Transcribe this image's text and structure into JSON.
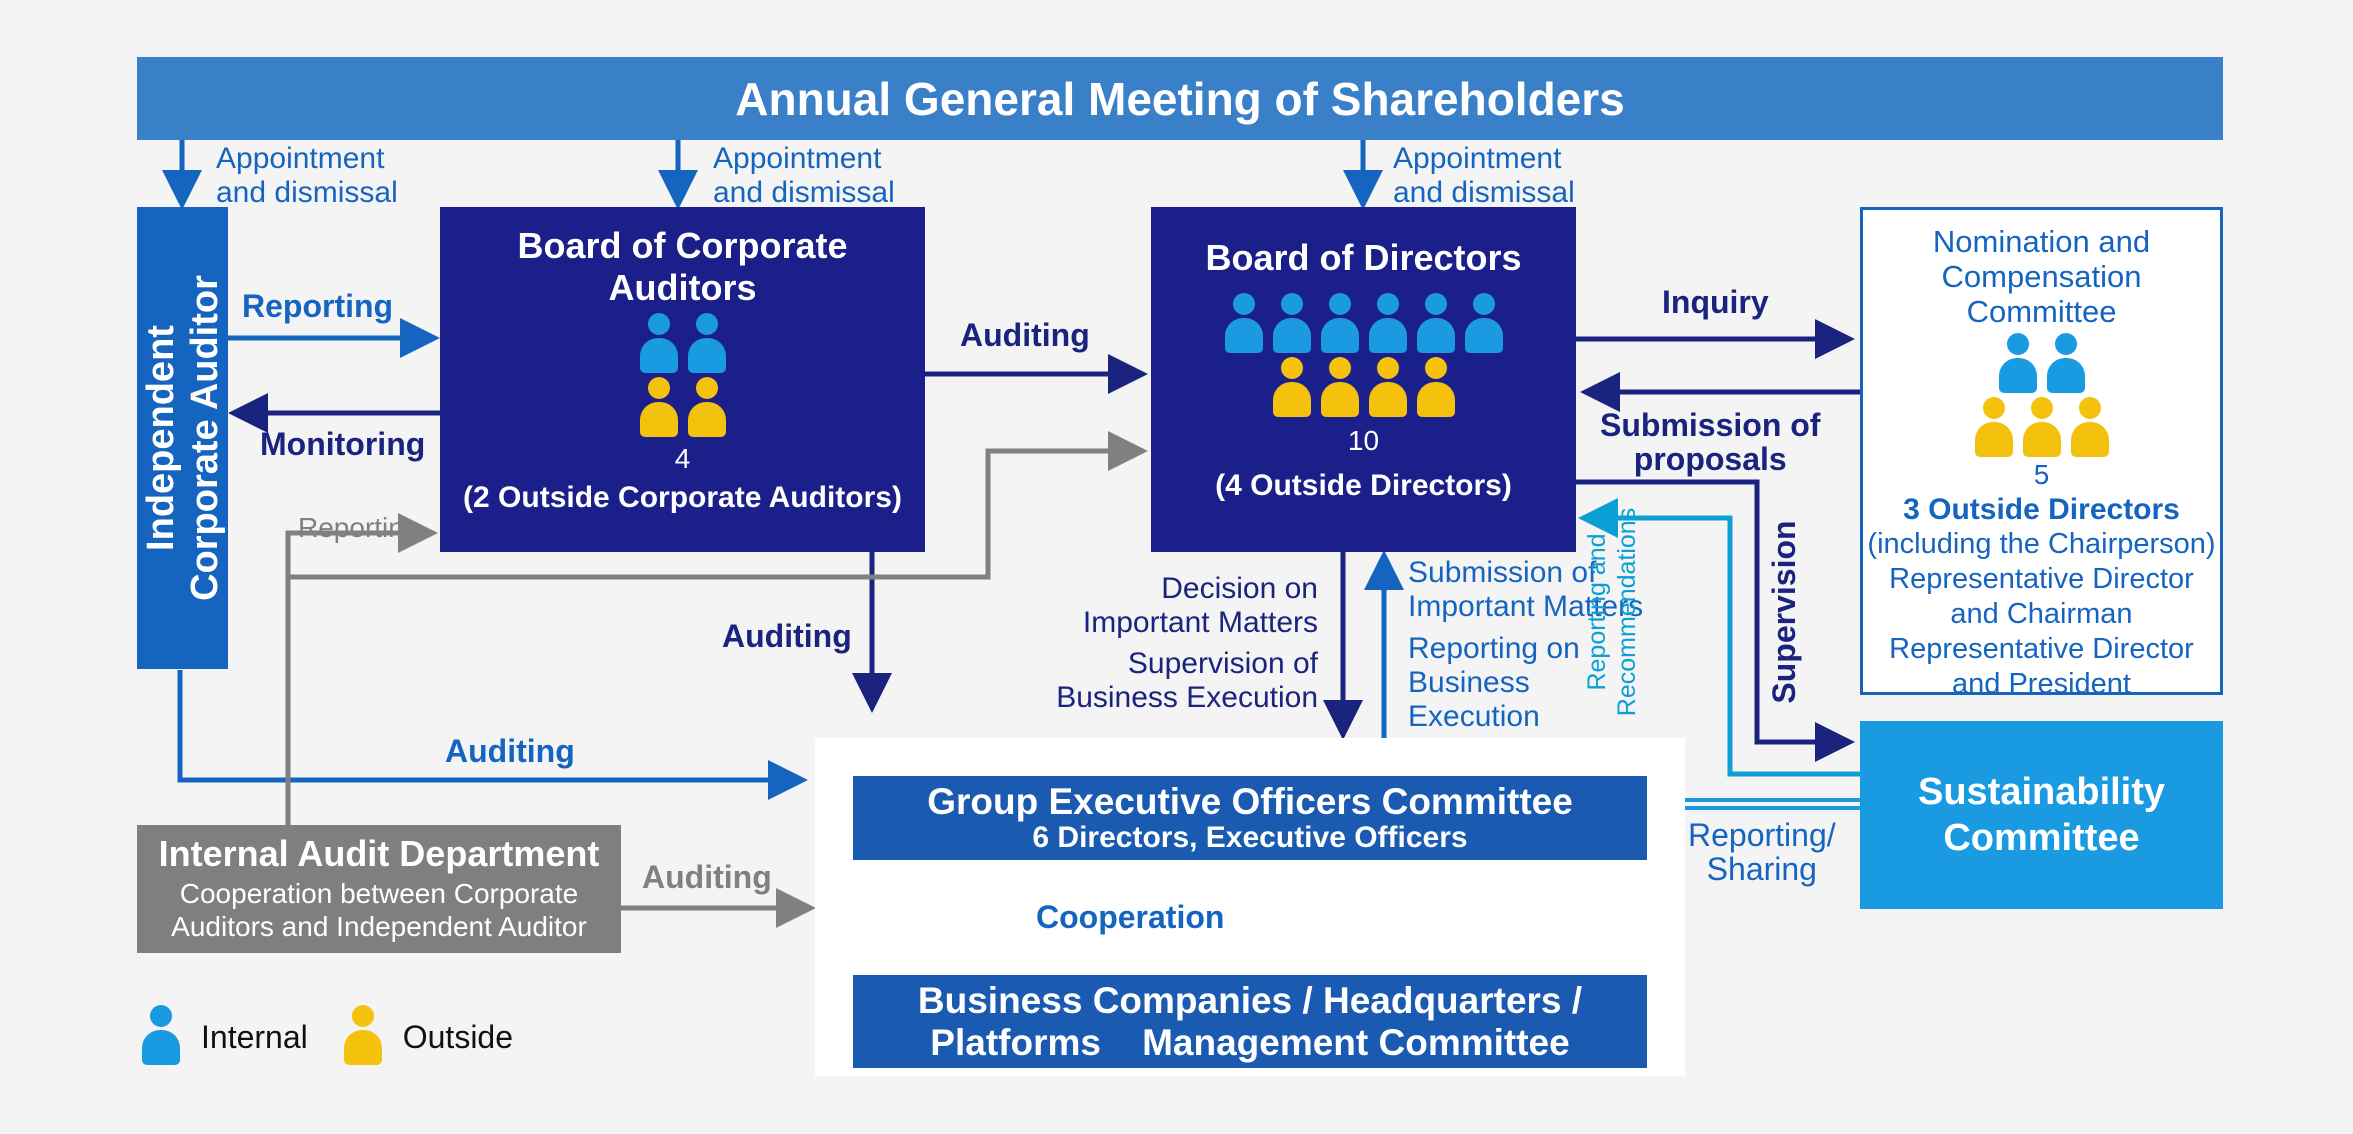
{
  "agm": {
    "title": "Annual General Meeting of Shareholders"
  },
  "appointment": [
    "Appointment",
    "and dismissal"
  ],
  "independent_auditor": {
    "title_line1": "Independent",
    "title_line2": "Corporate Auditor"
  },
  "reporting_label": "Reporting",
  "monitoring_label": "Monitoring",
  "reporting_grey_label": "Reporting",
  "board_auditors": {
    "title_line1": "Board of Corporate",
    "title_line2": "Auditors",
    "internal_count": 2,
    "outside_count": 2,
    "total": "4",
    "note": "(2 Outside Corporate Auditors)"
  },
  "auditing_label": "Auditing",
  "board_directors": {
    "title": "Board of Directors",
    "internal_count": 6,
    "outside_count": 4,
    "total": "10",
    "note": "(4 Outside Directors)"
  },
  "inquiry_label": "Inquiry",
  "submission_proposals": [
    "Submission of",
    "proposals"
  ],
  "nomination": {
    "title_line1": "Nomination and",
    "title_line2": "Compensation Committee",
    "internal_count": 2,
    "outside_count": 3,
    "total": "5",
    "outside_directors": "3 Outside Directors",
    "chair_note": "(including the Chairperson)",
    "rep1_line1": "Representative Director",
    "rep1_line2": "and Chairman",
    "rep2_line1": "Representative Director",
    "rep2_line2": "and President"
  },
  "decision": [
    "Decision on",
    "Important Matters"
  ],
  "supervision_exec": [
    "Supervision of",
    "Business Execution"
  ],
  "submission_important": [
    "Submission of",
    "Important Matters"
  ],
  "reporting_business": [
    "Reporting on",
    "Business",
    "Execution"
  ],
  "reporting_recommendations": [
    "Reporting and",
    "Recommendations"
  ],
  "supervision_label": "Supervision",
  "sustainability": {
    "line1": "Sustainability",
    "line2": "Committee"
  },
  "reporting_sharing": [
    "Reporting/",
    "Sharing"
  ],
  "geoc": {
    "title": "Group Executive Officers Committee",
    "sub": "6 Directors, Executive Officers"
  },
  "cooperation_label": "Cooperation",
  "business": {
    "line1": "Business Companies / Headquarters /",
    "line2": "Platforms    Management Committee"
  },
  "internal_audit": {
    "title": "Internal Audit Department",
    "line1": "Cooperation between Corporate",
    "line2": "Auditors and Independent Auditor"
  },
  "legend": {
    "internal": "Internal",
    "outside": "Outside"
  },
  "colors": {
    "navy": "#1a237e",
    "blue": "#1565c0",
    "light_blue": "#3080c8",
    "cyan": "#0aa0d6",
    "grey": "#7f7f7f",
    "yellow": "#f4c20d"
  }
}
